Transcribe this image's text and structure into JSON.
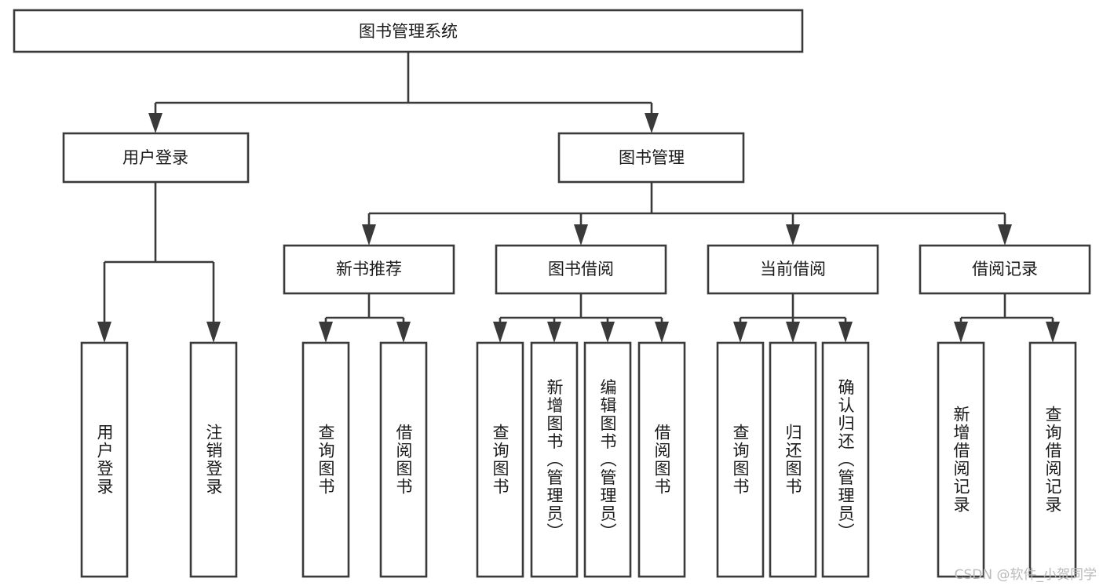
{
  "diagram": {
    "type": "tree-hierarchy-chart",
    "root": {
      "id": "root",
      "label": "图书管理系统"
    },
    "level2": [
      {
        "id": "user-login",
        "label": "用户登录"
      },
      {
        "id": "book-management",
        "label": "图书管理"
      }
    ],
    "level3": [
      {
        "id": "new-book-recommend",
        "label": "新书推荐"
      },
      {
        "id": "book-borrow",
        "label": "图书借阅"
      },
      {
        "id": "current-borrow",
        "label": "当前借阅"
      },
      {
        "id": "borrow-record",
        "label": "借阅记录"
      }
    ],
    "leaves": {
      "user_login": [
        {
          "id": "leaf-user-login",
          "label": "用户登录"
        },
        {
          "id": "leaf-logout-login",
          "label": "注销登录"
        }
      ],
      "new_book_recommend": [
        {
          "id": "leaf-query-book-1",
          "label": "查询图书"
        },
        {
          "id": "leaf-borrow-book-1",
          "label": "借阅图书"
        }
      ],
      "book_borrow": [
        {
          "id": "leaf-query-book-2",
          "label": "查询图书"
        },
        {
          "id": "leaf-add-book",
          "label": "新增图书（管理员）"
        },
        {
          "id": "leaf-edit-book",
          "label": "编辑图书（管理员）"
        },
        {
          "id": "leaf-borrow-book-2",
          "label": "借阅图书"
        }
      ],
      "current_borrow": [
        {
          "id": "leaf-query-book-3",
          "label": "查询图书"
        },
        {
          "id": "leaf-return-book",
          "label": "归还图书"
        },
        {
          "id": "leaf-confirm-return",
          "label": "确认归还（管理员）"
        }
      ],
      "borrow_record": [
        {
          "id": "leaf-add-record",
          "label": "新增借阅记录"
        },
        {
          "id": "leaf-query-record",
          "label": "查询借阅记录"
        }
      ]
    },
    "watermark": "CSDN @软件_小贺同学",
    "colors": {
      "box_stroke": "#3a3a3a",
      "box_fill": "#ffffff",
      "text": "#1a1a1a",
      "background": "#ffffff",
      "watermark_text": "#b9b9b9"
    }
  }
}
